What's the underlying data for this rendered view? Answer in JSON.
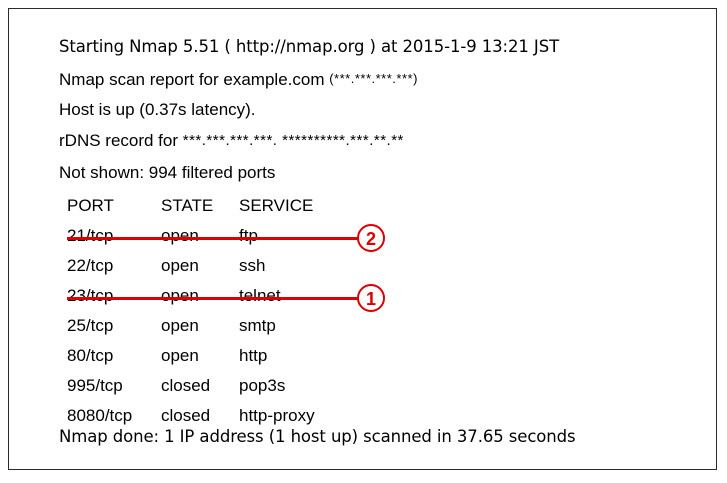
{
  "document": {
    "header_lines": [
      {
        "id": "start-line",
        "text": "Starting Nmap 5.51 ( http://nmap.org ) at 2015-1-9 13:21 JST"
      },
      {
        "id": "report-line",
        "prefix": "Nmap scan report for example.com ",
        "masked": "(***.***.***.***)"
      },
      {
        "id": "host-line",
        "text": "Host is up (0.37s latency)."
      },
      {
        "id": "rdns-line",
        "prefix": "rDNS record for ",
        "masked": "***.***.***.***. **********.***.**.**"
      },
      {
        "id": "notshown-line",
        "text": "Not shown: 994 filtered ports"
      }
    ],
    "table": {
      "headers": {
        "port": "PORT",
        "state": "STATE",
        "service": "SERVICE"
      },
      "rows": [
        {
          "port": "21/tcp",
          "state": "open",
          "service": "ftp"
        },
        {
          "port": "22/tcp",
          "state": "open",
          "service": "ssh"
        },
        {
          "port": "23/tcp",
          "state": "open",
          "service": "telnet"
        },
        {
          "port": "25/tcp",
          "state": "open",
          "service": "smtp"
        },
        {
          "port": "80/tcp",
          "state": "open",
          "service": "http"
        },
        {
          "port": "995/tcp",
          "state": "closed",
          "service": "pop3s"
        },
        {
          "port": "8080/tcp",
          "state": "closed",
          "service": "http-proxy"
        }
      ]
    },
    "footer_line": "Nmap done: 1 IP address (1 host up) scanned in 37.65 seconds"
  },
  "annotations": {
    "color": "#dd0000",
    "markers": [
      {
        "label": "2",
        "target_row": "21/tcp"
      },
      {
        "label": "1",
        "target_row": "23/tcp"
      }
    ]
  },
  "colors": {
    "background": "#ffffff",
    "text": "#000000",
    "border": "#2b2b2b",
    "annotation_red": "#dd0000"
  }
}
